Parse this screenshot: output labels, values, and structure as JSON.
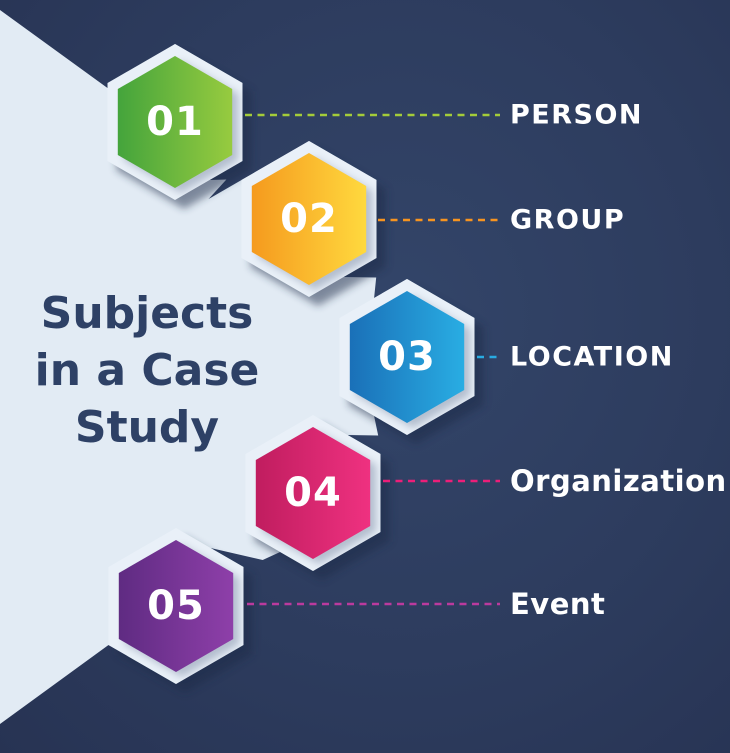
{
  "title": "Subjects in a Case Study",
  "steps": [
    {
      "number": "01",
      "label": "PERSON",
      "color_from": "#44a43c",
      "color_to": "#97cb3f",
      "line_color": "#a4cc39"
    },
    {
      "number": "02",
      "label": "GROUP",
      "color_from": "#f59a1e",
      "color_to": "#ffd93e",
      "line_color": "#f79420"
    },
    {
      "number": "03",
      "label": "LOCATION",
      "color_from": "#1a70b8",
      "color_to": "#29ade3",
      "line_color": "#29abe2"
    },
    {
      "number": "04",
      "label": "Organization",
      "color_from": "#c01d5f",
      "color_to": "#ef3180",
      "line_color": "#ed1e79"
    },
    {
      "number": "05",
      "label": "Event",
      "color_from": "#5f2b82",
      "color_to": "#8e3fa9",
      "line_color": "#bb3a9e"
    }
  ],
  "colors": {
    "background": "#2d3c5e",
    "panel": "#e2ebf4",
    "hexagon_frame": "#e9f0f8",
    "title_text": "#2e4166",
    "label_text": "#ffffff"
  }
}
